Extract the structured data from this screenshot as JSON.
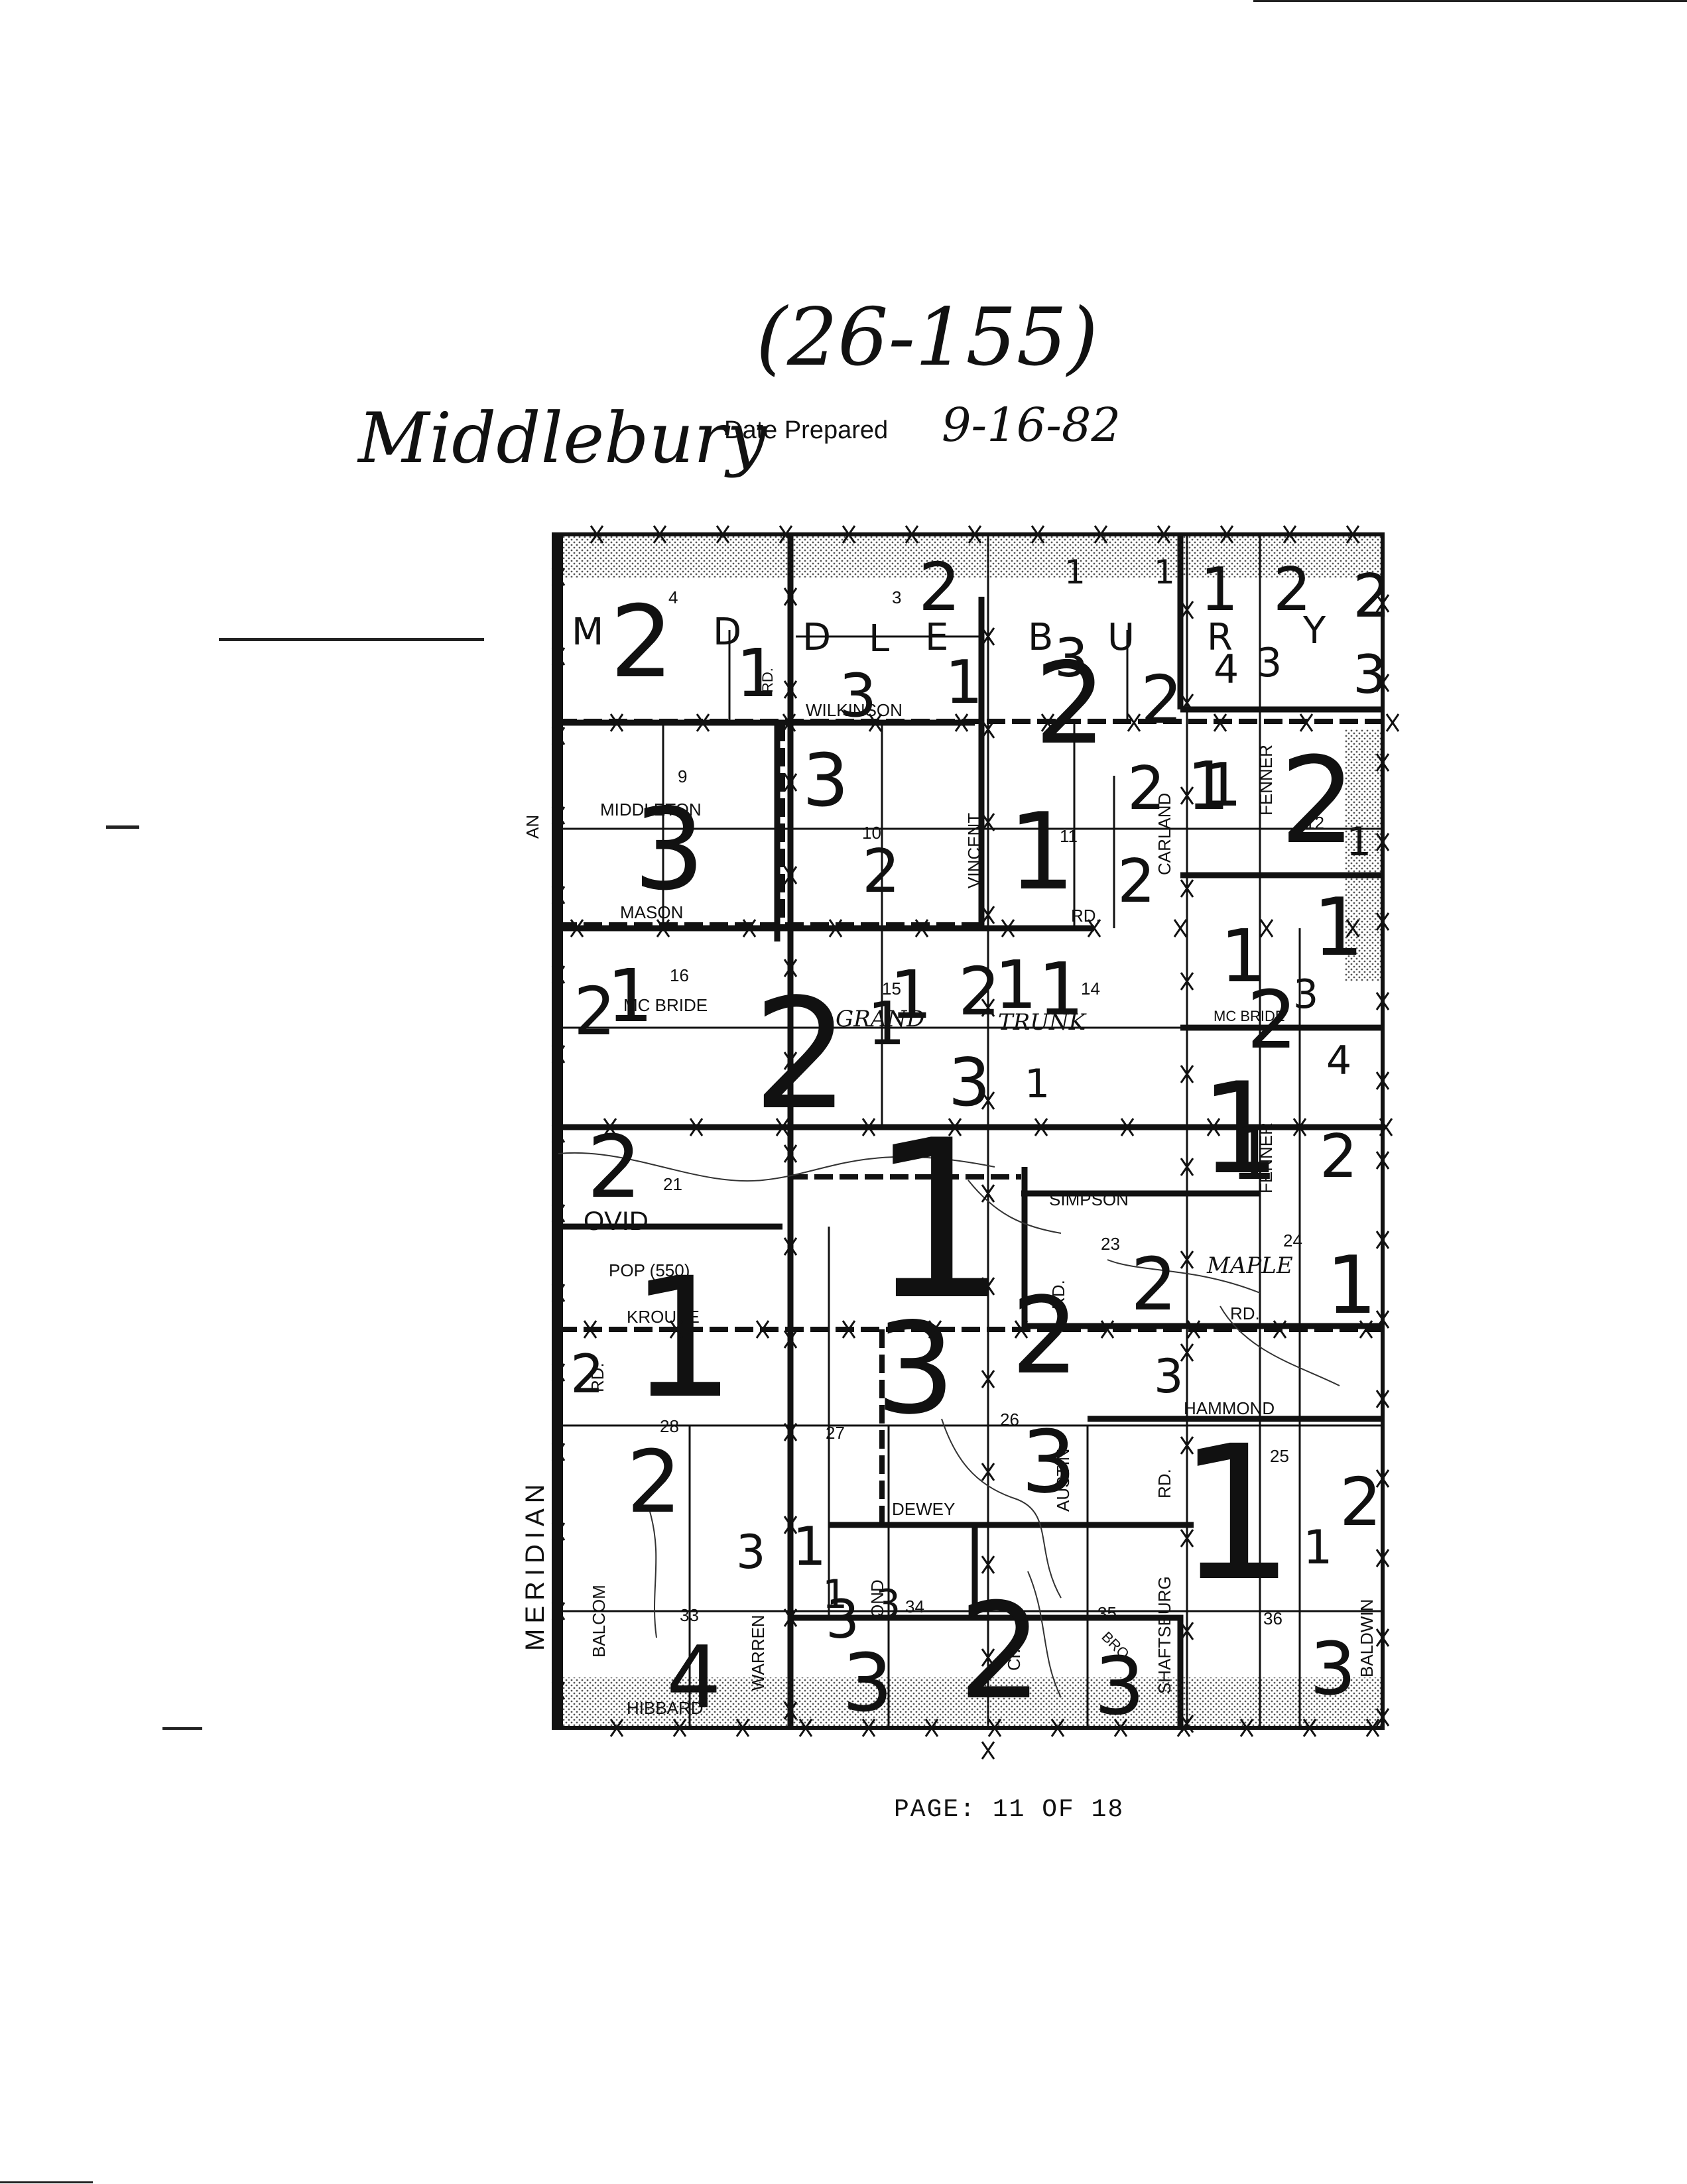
{
  "header": {
    "code": "(26-155)",
    "township_handwritten": "Middlebury",
    "date_prepared_label": "Date Prepared",
    "date_prepared_value": "9-16-82"
  },
  "footer": {
    "page_text": "PAGE:  11  OF  18"
  },
  "map": {
    "township_letters": [
      "M",
      "D",
      "D",
      "L",
      "E",
      "B",
      "U",
      "R",
      "Y"
    ],
    "section_numbers": [
      "4",
      "3",
      "9",
      "10",
      "11",
      "12",
      "16",
      "15",
      "14",
      "21",
      "23",
      "24",
      "28",
      "27",
      "26",
      "25",
      "33",
      "34",
      "35",
      "36"
    ],
    "road_labels": {
      "wilkinson": "WILKINSON",
      "middleton": "MIDDLETON",
      "mason": "MASON",
      "mcbride_w": "MC BRIDE",
      "mcbride_e": "MC BRIDE",
      "grand": "GRAND",
      "trunk": "TRUNK",
      "vincent": "VINCENT",
      "carland": "CARLAND",
      "fenner_n": "FENNER",
      "fenner_s": "FENNER",
      "simpson": "SIMPSON",
      "ovid": "OVID",
      "pop": "POP (550)",
      "krouse": "KROUSE",
      "maple": "MAPLE",
      "rd_maple": "RD.",
      "hammond": "HAMMOND",
      "dewey": "DEWEY",
      "austin": "AUSTIN",
      "shaftsburg": "SHAFTSBURG",
      "baldwin": "BALDWIN",
      "balcom": "BALCOM",
      "warren": "WARREN",
      "hibbard": "HIBBARD",
      "meridian": "MERIDIAN",
      "an_partial": "AN",
      "rd_carland": "RD.",
      "rd_wilkinson": "RD.",
      "rd_krouse": "RD.",
      "rd_23": "RD.",
      "rd_hammond": "RD.",
      "cr": "Cr.",
      "bro": "BRO",
      "ond": "OND"
    },
    "zones": [
      {
        "t": "2"
      },
      {
        "t": "1"
      },
      {
        "t": "3"
      },
      {
        "t": "2"
      },
      {
        "t": "1"
      },
      {
        "t": "1"
      },
      {
        "t": "2"
      },
      {
        "t": "2"
      },
      {
        "t": "3"
      },
      {
        "t": "1"
      },
      {
        "t": "1"
      },
      {
        "t": "4"
      },
      {
        "t": "2"
      },
      {
        "t": "2"
      },
      {
        "t": "3"
      },
      {
        "t": "3"
      },
      {
        "t": "1"
      },
      {
        "t": "2"
      },
      {
        "t": "3"
      },
      {
        "t": "2"
      },
      {
        "t": "3"
      },
      {
        "t": "1"
      },
      {
        "t": "1"
      },
      {
        "t": "2"
      },
      {
        "t": "2"
      },
      {
        "t": "1"
      },
      {
        "t": "1"
      },
      {
        "t": "1"
      },
      {
        "t": "2"
      },
      {
        "t": "3"
      },
      {
        "t": "4"
      },
      {
        "t": "2"
      },
      {
        "t": "1"
      },
      {
        "t": "1"
      },
      {
        "t": "3"
      },
      {
        "t": "1"
      },
      {
        "t": "1"
      },
      {
        "t": "2"
      },
      {
        "t": "2"
      },
      {
        "t": "1"
      },
      {
        "t": "2"
      },
      {
        "t": "1"
      },
      {
        "t": "1"
      },
      {
        "t": "1"
      },
      {
        "t": "2"
      },
      {
        "t": "1"
      },
      {
        "t": "2"
      },
      {
        "t": "1"
      },
      {
        "t": "1"
      },
      {
        "t": "2"
      },
      {
        "t": "3"
      },
      {
        "t": "3"
      },
      {
        "t": "2"
      },
      {
        "t": "2"
      },
      {
        "t": "1"
      },
      {
        "t": "3"
      },
      {
        "t": "1"
      },
      {
        "t": "2"
      },
      {
        "t": "3"
      },
      {
        "t": "3"
      },
      {
        "t": "4"
      },
      {
        "t": "3"
      },
      {
        "t": "1"
      },
      {
        "t": "2"
      },
      {
        "t": "3"
      },
      {
        "t": "3"
      },
      {
        "t": "1"
      },
      {
        "t": "3"
      }
    ]
  }
}
